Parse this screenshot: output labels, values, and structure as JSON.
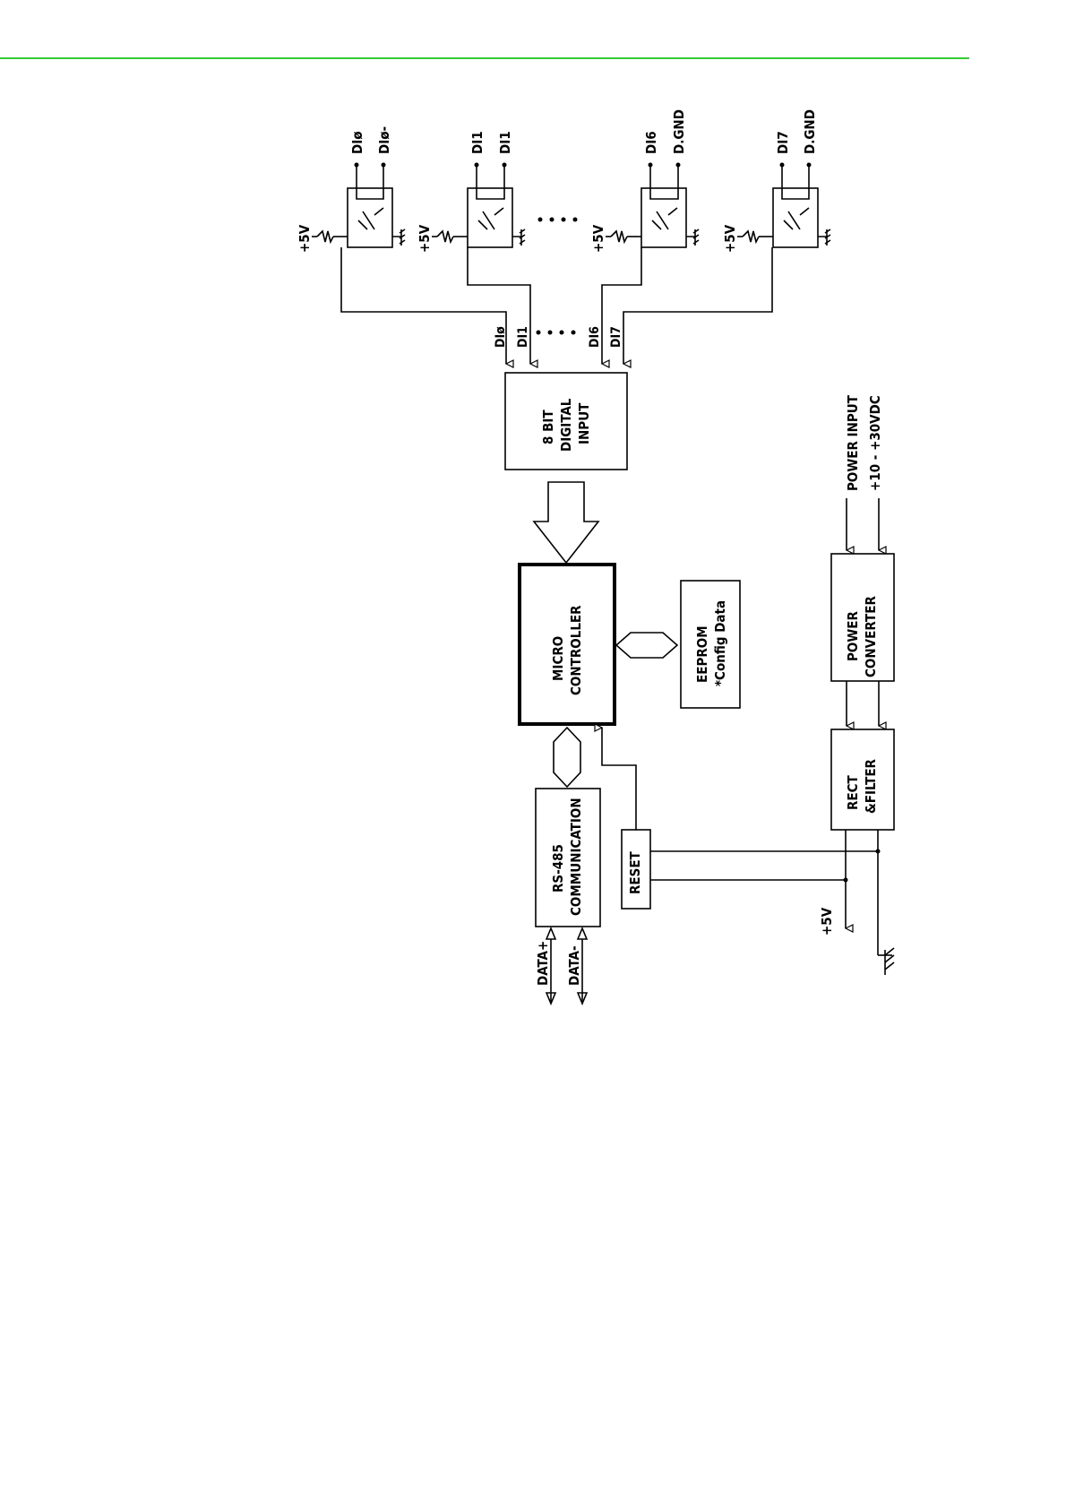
{
  "colors": {
    "rule": "#33cc33",
    "ink": "#000000"
  },
  "inputs": [
    {
      "pin_a": "DIø",
      "pin_b": "DIø-",
      "supply": "+5V"
    },
    {
      "pin_a": "DI1",
      "pin_b": "DI1",
      "supply": "+5V"
    },
    {
      "pin_a": "DI6",
      "pin_b": "D.GND",
      "supply": "+5V"
    },
    {
      "pin_a": "DI7",
      "pin_b": "D.GND",
      "supply": "+5V"
    }
  ],
  "bus_labels": [
    "DIø",
    "DI1",
    "DI6",
    "DI7"
  ],
  "blocks": {
    "digital_input": [
      "8 BIT",
      "DIGITAL",
      "INPUT"
    ],
    "micro": [
      "MICRO",
      "CONTROLLER"
    ],
    "eeprom": [
      "EEPROM",
      "*Config Data"
    ],
    "rs485": [
      "RS-485",
      "COMMUNICATION"
    ],
    "reset": "RESET",
    "power_converter": [
      "POWER",
      "CONVERTER"
    ],
    "rect_filter": [
      "RECT",
      "&FILTER"
    ]
  },
  "power_input": [
    "POWER INPUT",
    "+10 - +30VDC"
  ],
  "supply_out": "+5V",
  "data_lines": [
    "DATA+",
    "DATA-"
  ]
}
